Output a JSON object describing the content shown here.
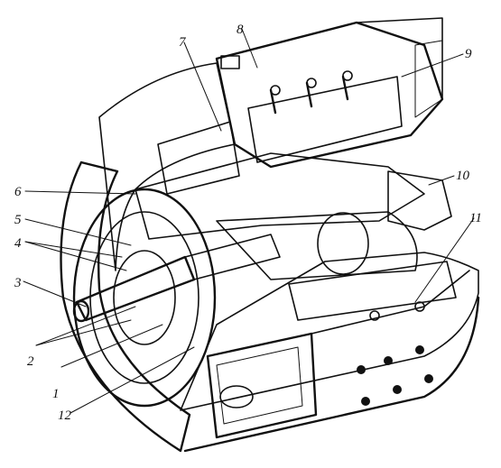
{
  "figure": {
    "labels": [
      "1",
      "2",
      "3",
      "4",
      "5",
      "6",
      "7",
      "8",
      "9",
      "10",
      "11",
      "12"
    ]
  },
  "colors": {
    "ink": "#111111",
    "paper": "#ffffff",
    "shade": "#2a2a2a"
  }
}
